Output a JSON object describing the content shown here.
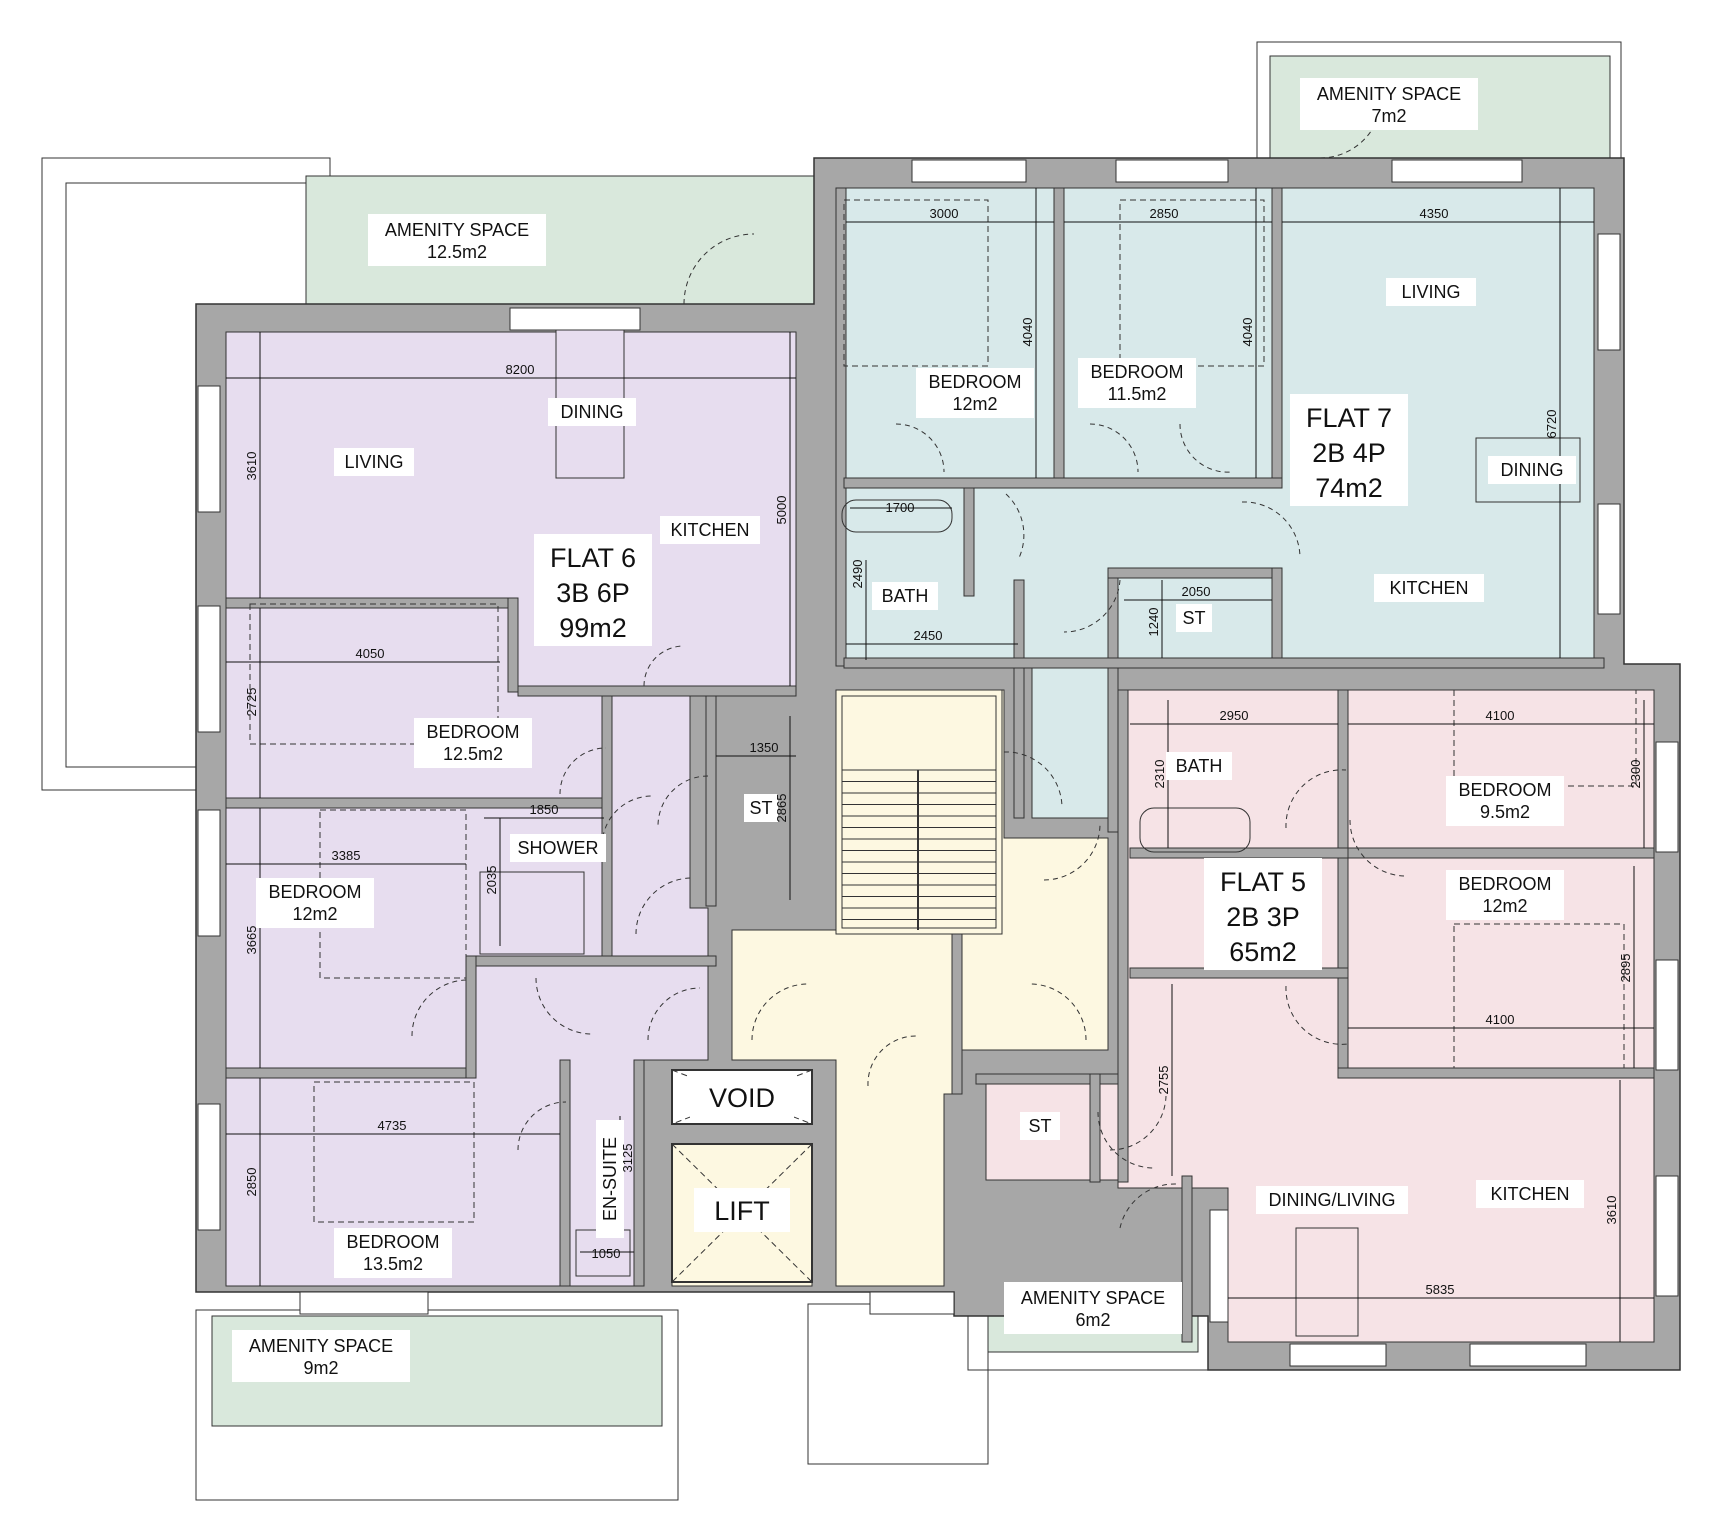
{
  "colors": {
    "flat6": "#e7ddef",
    "flat7": "#d8e9ea",
    "flat5": "#f6e3e6",
    "core": "#fdf8e1",
    "amenity": "#d9e8dc",
    "wall": "#a7a7a7",
    "storage": "#f4e4e6"
  },
  "flats": {
    "flat6": {
      "name": "FLAT 6",
      "type": "3B 6P",
      "area": "99m2"
    },
    "flat7": {
      "name": "FLAT 7",
      "type": "2B 4P",
      "area": "74m2"
    },
    "flat5": {
      "name": "FLAT 5",
      "type": "2B 3P",
      "area": "65m2"
    }
  },
  "amenity": {
    "a1": {
      "label": "AMENITY SPACE",
      "area": "12.5m2"
    },
    "a2": {
      "label": "AMENITY SPACE",
      "area": "7m2"
    },
    "a3": {
      "label": "AMENITY SPACE",
      "area": "9m2"
    },
    "a4": {
      "label": "AMENITY SPACE",
      "area": "6m2"
    }
  },
  "rooms": {
    "f6_dining": "DINING",
    "f6_living": "LIVING",
    "f6_kitchen": "KITCHEN",
    "f6_bed1": {
      "label": "BEDROOM",
      "area": "12.5m2"
    },
    "f6_bed2": {
      "label": "BEDROOM",
      "area": "12m2"
    },
    "f6_bed3": {
      "label": "BEDROOM",
      "area": "13.5m2"
    },
    "f6_shower": "SHOWER",
    "f6_st": "ST",
    "f6_ensuite": "EN-SUITE",
    "f7_bed1": {
      "label": "BEDROOM",
      "area": "12m2"
    },
    "f7_bed2": {
      "label": "BEDROOM",
      "area": "11.5m2"
    },
    "f7_living": "LIVING",
    "f7_dining": "DINING",
    "f7_kitchen": "KITCHEN",
    "f7_bath": "BATH",
    "f7_st": "ST",
    "f5_bath": "BATH",
    "f5_bed1": {
      "label": "BEDROOM",
      "area": "9.5m2"
    },
    "f5_bed2": {
      "label": "BEDROOM",
      "area": "12m2"
    },
    "f5_diningliving": "DINING/LIVING",
    "f5_kitchen": "KITCHEN",
    "f5_st": "ST",
    "void": "VOID",
    "lift": "LIFT"
  },
  "dims": {
    "d8200": "8200",
    "d3610a": "3610",
    "d5000": "5000",
    "d4050": "4050",
    "d2725": "2725",
    "d3385": "3385",
    "d3665": "3665",
    "d1850": "1850",
    "d2035": "2035",
    "d1350": "1350",
    "d2865": "2865",
    "d4735": "4735",
    "d2850a": "2850",
    "d3125": "3125",
    "d1050": "1050",
    "d3000": "3000",
    "d4040a": "4040",
    "d2850b": "2850",
    "d4040b": "4040",
    "d4350": "4350",
    "d6720": "6720",
    "d1700": "1700",
    "d2490": "2490",
    "d2450": "2450",
    "d2050": "2050",
    "d1240": "1240",
    "d2950": "2950",
    "d2310": "2310",
    "d4100a": "4100",
    "d2300": "2300",
    "d2895": "2895",
    "d4100b": "4100",
    "d2755": "2755",
    "d5835": "5835",
    "d3610b": "3610"
  }
}
